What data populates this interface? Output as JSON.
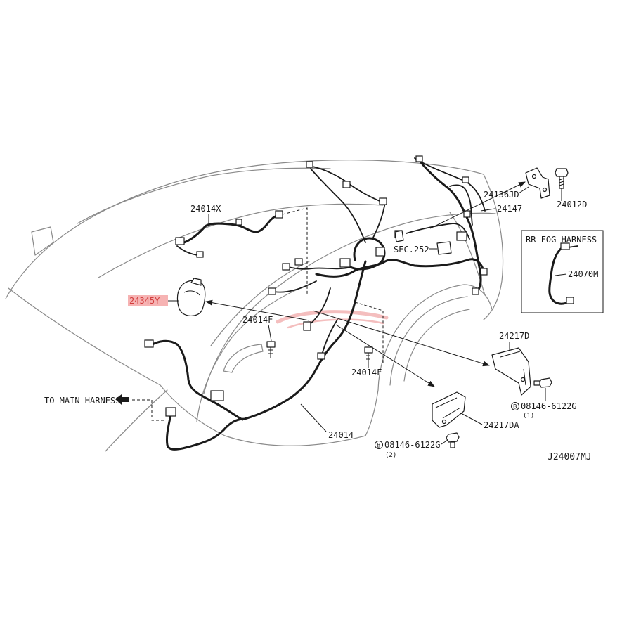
{
  "diagram": {
    "drawing_code": "J24007MJ",
    "callouts": {
      "harness_24014x": "24014X",
      "grommet_24345y": "24345Y",
      "clip_24014f_left": "24014F",
      "clip_24014f_right": "24014F",
      "bracket_24136jd": "24136JD",
      "harness_24147": "24147",
      "bolt_24012d": "24012D",
      "section_ref": "SEC.252",
      "main_harness_24014": "24014",
      "bracket_24217d": "24217D",
      "bracket_24217da": "24217DA",
      "bolt_1": {
        "prefix": "B",
        "part": "08146-6122G",
        "qty": "(1)"
      },
      "bolt_2": {
        "prefix": "B",
        "part": "08146-6122G",
        "qty": "(2)"
      }
    },
    "inset": {
      "title": "RR FOG HARNESS",
      "part": "24070M"
    },
    "to_main_harness": "TO MAIN HARNESS",
    "highlighted_part": "24345Y"
  },
  "colors": {
    "highlight": "#f6b3b3",
    "highlight_text": "#d23c3c",
    "ink": "#1a1a1a",
    "body_outline": "#8a8a8a",
    "watermark": "#e04848"
  }
}
